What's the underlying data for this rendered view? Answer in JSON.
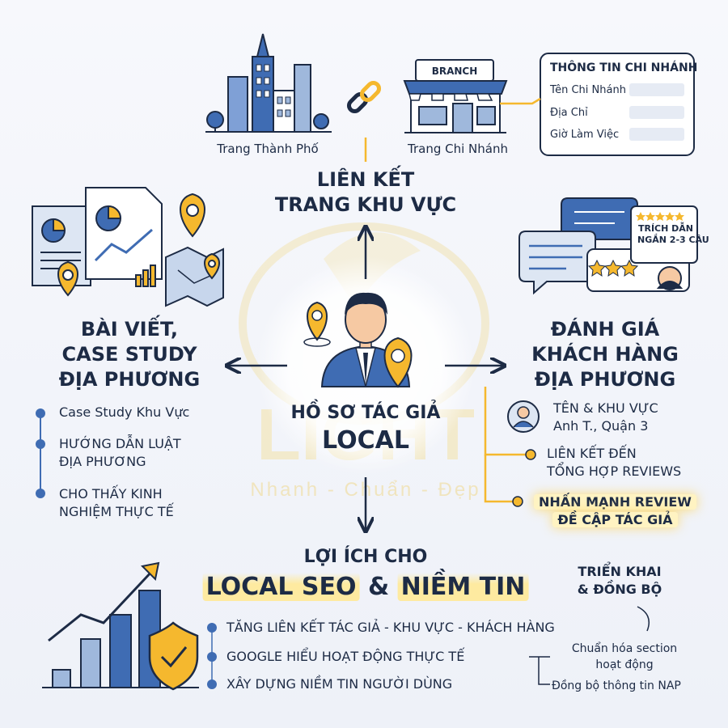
{
  "watermark": {
    "brand": "LIGHT",
    "tagline": "Nhanh - Chuẩn - Đẹp"
  },
  "center": {
    "line1": "HỒ SƠ TÁC GIẢ",
    "line2": "LOCAL"
  },
  "top": {
    "title": [
      "LIÊN KẾT",
      "TRANG KHU VỰC"
    ],
    "city_label": "Trang Thành Phố",
    "branch_label": "Trang Chi Nhánh",
    "branch_sign": "BRANCH",
    "info_card": {
      "title": "THÔNG TIN CHI NHÁNH",
      "fields": [
        "Tên Chi Nhánh",
        "Địa Chỉ",
        "Giờ Làm Việc"
      ]
    }
  },
  "left": {
    "title": [
      "BÀI VIẾT,",
      "CASE STUDY",
      "ĐỊA PHƯƠNG"
    ],
    "items": [
      [
        "Case Study Khu Vực"
      ],
      [
        "HƯỚNG DẪN LUẬT",
        "ĐỊA PHƯƠNG"
      ],
      [
        "CHO THẤY KINH",
        "NGHIỆM THỰC TẾ"
      ]
    ]
  },
  "right": {
    "title": [
      "ĐÁNH GIÁ",
      "KHÁCH HÀNG",
      "ĐỊA PHƯƠNG"
    ],
    "quote_badge": [
      "TRÍCH DẪN",
      "NGẮN 2-3 CÂU"
    ],
    "profile": [
      "TÊN & KHU VỰC",
      "Anh T., Quận 3"
    ],
    "links": [
      [
        "LIÊN KẾT ĐẾN",
        "TỔNG HỢP REVIEWS"
      ],
      [
        "NHẤN MẠNH REVIEW",
        "ĐỀ CẬP TÁC GIẢ"
      ]
    ]
  },
  "bottom": {
    "title_line1": "LỢI ÍCH CHO",
    "title_line2_a": "LOCAL SEO",
    "title_line2_b": "&",
    "title_line2_c": "NIỀM TIN",
    "items": [
      "TĂNG LIÊN KẾT TÁC GIẢ - KHU VỰC - KHÁCH HÀNG",
      "GOOGLE HIỂU HOẠT ĐỘNG THỰC TẾ",
      "XÂY DỰNG NIỀM TIN NGƯỜI DÙNG"
    ],
    "deploy_title": [
      "TRIỂN KHAI",
      "& ĐỒNG BỘ"
    ],
    "deploy_items": [
      [
        "Chuẩn hóa section",
        "hoạt động"
      ],
      [
        "Đồng bộ thông tin NAP"
      ]
    ]
  },
  "colors": {
    "navy": "#1d2b45",
    "blue": "#3f6cb3",
    "light_blue": "#9fb8dc",
    "yellow": "#f5b82e",
    "bg": "#f4f6fb"
  }
}
